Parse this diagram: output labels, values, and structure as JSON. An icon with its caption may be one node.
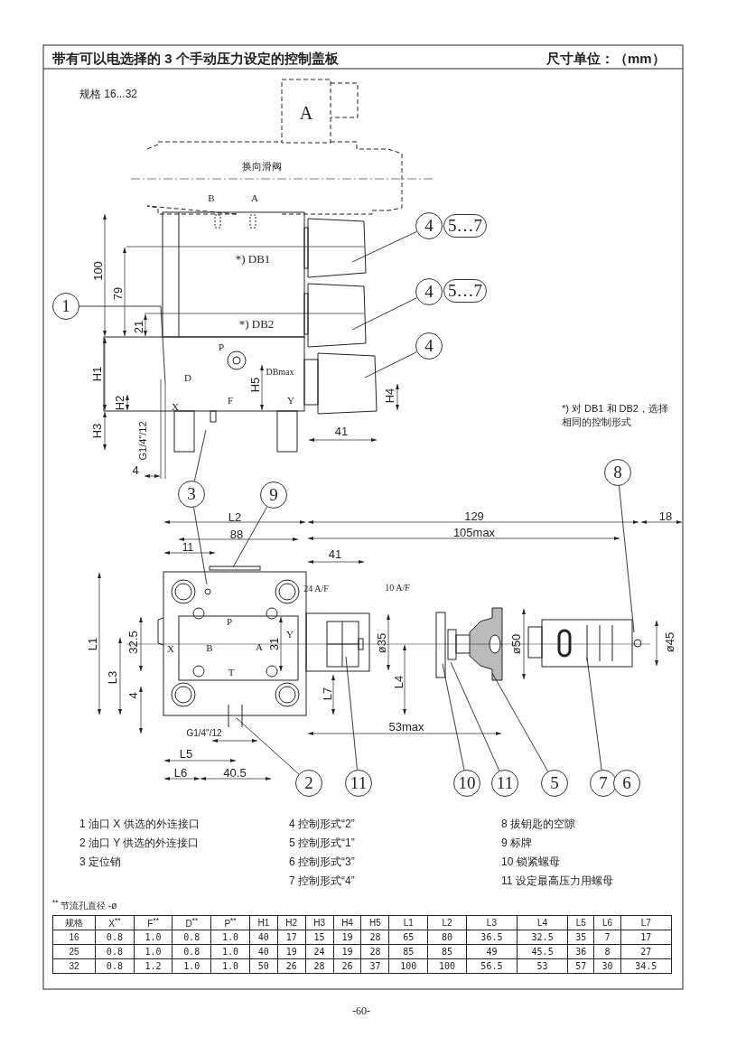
{
  "diagram": {
    "title": "带有可以电选择的 3 个手动压力设定的控制盖板",
    "nodes": [
      {
        "text": [
          "1"
        ]
      },
      {
        "text": [
          "4"
        ]
      },
      {
        "text": [
          "5…7"
        ]
      },
      {
        "text": [
          "4"
        ]
      },
      {
        "text": [
          "5…7"
        ]
      },
      {
        "text": [
          "4"
        ]
      },
      {
        "text": [
          "3"
        ]
      },
      {
        "text": [
          "9"
        ]
      },
      {
        "text": [
          "8"
        ]
      },
      {
        "text": [
          "2"
        ]
      },
      {
        "text": [
          "11"
        ]
      },
      {
        "text": [
          "10"
        ]
      },
      {
        "text": [
          "11"
        ]
      },
      {
        "text": [
          "5"
        ]
      },
      {
        "text": [
          "7"
        ]
      },
      {
        "text": [
          "6"
        ]
      }
    ],
    "edges": [
      {
        "from": 0,
        "to": null,
        "arrow": "none"
      },
      {
        "from": 1,
        "to": null,
        "arrow": "none"
      },
      {
        "from": 3,
        "to": null,
        "arrow": "none"
      },
      {
        "from": 5,
        "to": null,
        "arrow": "none"
      },
      {
        "from": 6,
        "to": null,
        "arrow": "none"
      },
      {
        "from": 6,
        "to": null,
        "arrow": "none"
      },
      {
        "from": 7,
        "to": null,
        "arrow": "none"
      },
      {
        "from": 8,
        "to": null,
        "arrow": "none"
      },
      {
        "from": 9,
        "to": null,
        "arrow": "none"
      },
      {
        "from": 10,
        "to": null,
        "arrow": "none"
      },
      {
        "from": 11,
        "to": null,
        "arrow": "none"
      },
      {
        "from": 12,
        "to": null,
        "arrow": "none"
      },
      {
        "from": 13,
        "to": null,
        "arrow": "none"
      },
      {
        "from": 14,
        "to": null,
        "arrow": "none"
      }
    ],
    "labels": [
      "尺寸单位：（mm）",
      "规格 16...32",
      "A",
      "换向滑阀",
      "B",
      "A",
      "*) DB1",
      "*) DB2",
      "P",
      "D",
      "X",
      "F",
      "Y",
      "DBmax",
      "100",
      "79",
      "21",
      "H1",
      "H2",
      "H5",
      "H4",
      "H3",
      "G1/4\"/12",
      "41",
      "4",
      "*) 对 DB1 和 DB2，选择相同的控制形式",
      "L2",
      "88",
      "11",
      "129",
      "105max",
      "18",
      "41",
      "24 A/F",
      "10 A/F",
      "L1",
      "32.5",
      "L3",
      "4",
      "X",
      "B",
      "P",
      "A",
      "T",
      "Y",
      "31",
      "ø35",
      "L4",
      "L7",
      "G1/4\"/12",
      "L5",
      "L6",
      "40.5",
      "53max",
      "ø50",
      "ø45",
      "1 油口 X 供选的外连接口",
      "2 油口 Y 供选的外连接口",
      "3 定位销",
      "4 控制形式“2”",
      "5 控制形式“1”",
      "6 控制形式“3”",
      "7 控制形式“4”",
      "8 拔钥匙的空隙",
      "9 标牌",
      "10 锁紧螺母",
      "11 设定最高压力用螺母",
      "$^{**}$ 节流孔直径 -ø",
      "规格",
      "X$^{**}$",
      "F$^{**}$",
      "D$^{**}$",
      "P$^{**}$",
      "H1",
      "H2",
      "H3",
      "H4",
      "H5",
      "L1",
      "L2",
      "L3",
      "L4",
      "L5",
      "L6",
      "L7",
      "16",
      "0.8",
      "1.0",
      "0.8",
      "1.0",
      "40",
      "17",
      "15",
      "19",
      "28",
      "65",
      "80",
      "36.5",
      "32.5",
      "35",
      "7",
      "17",
      "25",
      "0.8",
      "1.0",
      "0.8",
      "1.0",
      "40",
      "19",
      "24",
      "19",
      "28",
      "85",
      "85",
      "49",
      "45.5",
      "36",
      "8",
      "27",
      "32",
      "0.8",
      "1.2",
      "1.0",
      "1.0",
      "50",
      "26",
      "28",
      "26",
      "37",
      "100",
      "100",
      "56.5",
      "53",
      "57",
      "30",
      "34.5",
      "-60-"
    ]
  }
}
